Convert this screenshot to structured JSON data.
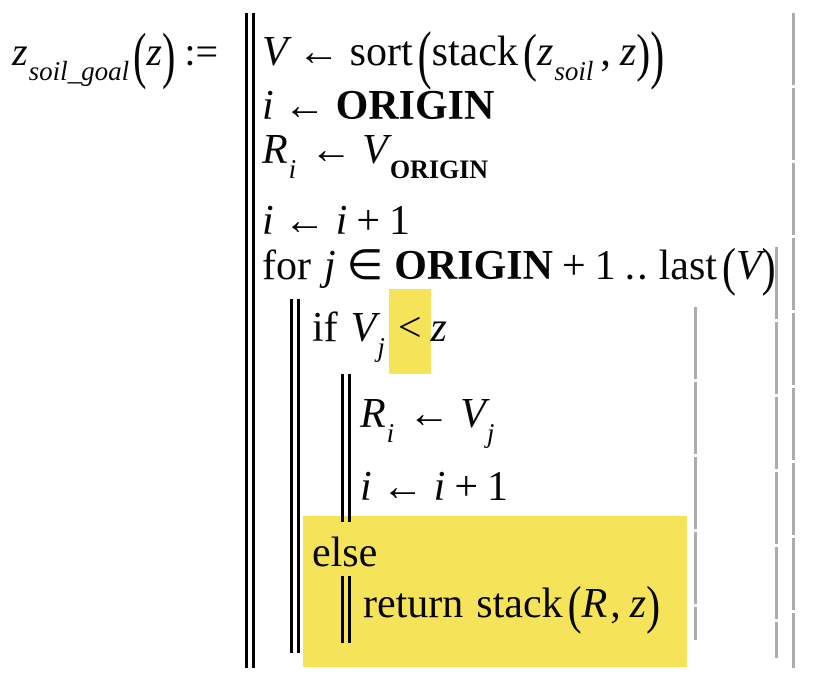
{
  "app": {
    "kind": "mathcad-program-region",
    "description": "program definition of z_soil_goal(z)"
  },
  "colors": {
    "background": "#FFFFFF",
    "text": "#060606",
    "program_bar": "#000000",
    "block_closer_line": "#ACACAC",
    "highlight": "#F5E45A"
  },
  "highlighted_regions": [
    "less-than-operator-in-if-condition",
    "else-branch-and-return-statement"
  ],
  "expression": {
    "lhs": {
      "id": "lhs",
      "tokens": [
        {
          "t": "z",
          "k": "var",
          "name": "lhs-var-z"
        },
        {
          "t": "soil_goal",
          "k": "sub",
          "name": "lhs-subscript-soil-goal"
        },
        {
          "t": "(",
          "k": "p1",
          "name": "open-paren"
        },
        {
          "t": "z",
          "k": "var",
          "name": "lhs-arg-z"
        },
        {
          "t": ")",
          "k": "p1",
          "name": "close-paren"
        },
        {
          "t": ":=",
          "k": "assign",
          "name": "definition-operator"
        }
      ]
    },
    "program_lines": [
      {
        "id": "line-1",
        "name": "statement-sort-stack",
        "tokens": [
          {
            "t": "V",
            "k": "var"
          },
          {
            "t": "←",
            "k": "arrow",
            "name": "assign-arrow"
          },
          {
            "t": "sort",
            "k": "fn",
            "name": "fn-sort"
          },
          {
            "t": "(",
            "k": "p1"
          },
          {
            "t": "stack",
            "k": "fn",
            "name": "fn-stack"
          },
          {
            "t": "(",
            "k": "p2"
          },
          {
            "t": "z",
            "k": "var"
          },
          {
            "t": "soil",
            "k": "sub",
            "name": "subscript-soil"
          },
          {
            "t": ",",
            "k": "comma"
          },
          {
            "t": "z",
            "k": "var"
          },
          {
            "t": ")",
            "k": "p2"
          },
          {
            "t": ")",
            "k": "p1"
          }
        ]
      },
      {
        "id": "line-2",
        "name": "statement-i-origin",
        "tokens": [
          {
            "t": "i",
            "k": "var"
          },
          {
            "t": "←",
            "k": "arrow",
            "name": "assign-arrow"
          },
          {
            "t": "ORIGIN",
            "k": "bold",
            "name": "builtin-ORIGIN"
          }
        ]
      },
      {
        "id": "line-3",
        "name": "statement-Ri-Vorigin",
        "tokens": [
          {
            "t": "R",
            "k": "var"
          },
          {
            "t": "i",
            "k": "sub",
            "name": "subscript-i"
          },
          {
            "t": "←",
            "k": "arrow",
            "name": "assign-arrow"
          },
          {
            "t": "V",
            "k": "var"
          },
          {
            "t": "ORIGIN",
            "k": "subb",
            "name": "subscript-ORIGIN"
          }
        ]
      },
      {
        "id": "line-4",
        "name": "statement-increment-i",
        "tokens": [
          {
            "t": "i",
            "k": "var"
          },
          {
            "t": "←",
            "k": "arrow",
            "name": "assign-arrow"
          },
          {
            "t": "i",
            "k": "var"
          },
          {
            "t": "+",
            "k": "plus"
          },
          {
            "t": "1",
            "k": "num"
          }
        ]
      },
      {
        "id": "line-5",
        "name": "statement-for-loop",
        "tokens": [
          {
            "t": "for",
            "k": "kw",
            "name": "keyword-for"
          },
          {
            "t": "j",
            "k": "var"
          },
          {
            "t": "∈",
            "k": "in",
            "name": "element-of-operator"
          },
          {
            "t": "ORIGIN",
            "k": "bold",
            "name": "builtin-ORIGIN"
          },
          {
            "t": "+",
            "k": "plus"
          },
          {
            "t": "1",
            "k": "num"
          },
          {
            "t": "..",
            "k": "range",
            "name": "range-operator"
          },
          {
            "t": "last",
            "k": "fn",
            "name": "fn-last"
          },
          {
            "t": "(",
            "k": "p2"
          },
          {
            "t": "V",
            "k": "var"
          },
          {
            "t": ")",
            "k": "p2"
          }
        ]
      },
      {
        "id": "line-6",
        "name": "statement-if-condition",
        "tokens": [
          {
            "t": "if",
            "k": "kw",
            "name": "keyword-if"
          },
          {
            "t": "V",
            "k": "var"
          },
          {
            "t": "j",
            "k": "sub",
            "name": "subscript-j"
          },
          {
            "t": "<",
            "k": "lt",
            "hl": true,
            "name": "less-than-operator-highlighted"
          },
          {
            "t": "z",
            "k": "var"
          }
        ]
      },
      {
        "id": "line-7",
        "name": "statement-Ri-Vj",
        "tokens": [
          {
            "t": "R",
            "k": "var"
          },
          {
            "t": "i",
            "k": "sub",
            "name": "subscript-i"
          },
          {
            "t": "←",
            "k": "arrow",
            "name": "assign-arrow"
          },
          {
            "t": "V",
            "k": "var"
          },
          {
            "t": "j",
            "k": "sub",
            "name": "subscript-j"
          }
        ]
      },
      {
        "id": "line-8",
        "name": "statement-increment-i-2",
        "tokens": [
          {
            "t": "i",
            "k": "var"
          },
          {
            "t": "←",
            "k": "arrow",
            "name": "assign-arrow"
          },
          {
            "t": "i",
            "k": "var"
          },
          {
            "t": "+",
            "k": "plus"
          },
          {
            "t": "1",
            "k": "num"
          }
        ]
      },
      {
        "id": "line-9",
        "name": "statement-else",
        "tokens": [
          {
            "t": "else",
            "k": "kw",
            "name": "keyword-else"
          }
        ]
      },
      {
        "id": "line-10",
        "name": "statement-return",
        "tokens": [
          {
            "t": "return",
            "k": "kw",
            "name": "keyword-return"
          },
          {
            "t": "stack",
            "k": "fn",
            "name": "fn-stack"
          },
          {
            "t": "(",
            "k": "p2"
          },
          {
            "t": "R",
            "k": "var"
          },
          {
            "t": ",",
            "k": "comma"
          },
          {
            "t": "z",
            "k": "var"
          },
          {
            "t": ")",
            "k": "p2"
          }
        ]
      }
    ]
  }
}
